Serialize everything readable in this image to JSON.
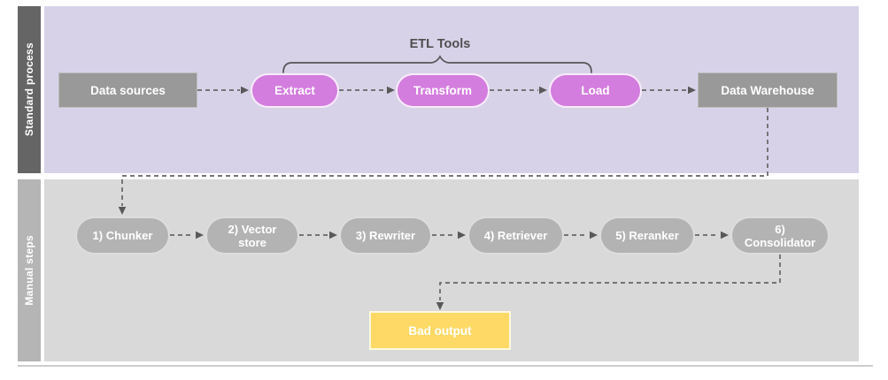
{
  "lanes": [
    {
      "label": "Standard process"
    },
    {
      "label": "Manual steps"
    }
  ],
  "standard": {
    "annotation": "ETL Tools",
    "nodes": {
      "data_sources": "Data sources",
      "extract": "Extract",
      "transform": "Transform",
      "load": "Load",
      "data_warehouse": "Data Warehouse"
    }
  },
  "manual": {
    "steps": [
      "1) Chunker",
      "2) Vector store",
      "3) Rewriter",
      "4) Retriever",
      "5) Reranker",
      "6) Consolidator"
    ],
    "bad_output": "Bad output"
  },
  "edges": [
    {
      "from": "Data sources",
      "to": "Extract"
    },
    {
      "from": "Extract",
      "to": "Transform"
    },
    {
      "from": "Transform",
      "to": "Load"
    },
    {
      "from": "Load",
      "to": "Data Warehouse"
    },
    {
      "from": "Data Warehouse",
      "to": "1) Chunker"
    },
    {
      "from": "1) Chunker",
      "to": "2) Vector store"
    },
    {
      "from": "2) Vector store",
      "to": "3) Rewriter"
    },
    {
      "from": "3) Rewriter",
      "to": "4) Retriever"
    },
    {
      "from": "4) Retriever",
      "to": "5) Reranker"
    },
    {
      "from": "5) Reranker",
      "to": "6) Consolidator"
    },
    {
      "from": "6) Consolidator",
      "to": "Bad output"
    }
  ],
  "colors": {
    "lane_standard_bg": "#d8d2e9",
    "lane_standard_bar": "#656565",
    "lane_manual_bg": "#d9d9d9",
    "lane_manual_bar": "#b5b5b5",
    "etl_node": "#d37dde",
    "storage_node": "#999999",
    "manual_node": "#b3b3b3",
    "bad_output_node": "#ffd966",
    "connector": "#666666",
    "annotation_text": "#4f4f4f",
    "node_text": "#ffffff"
  }
}
